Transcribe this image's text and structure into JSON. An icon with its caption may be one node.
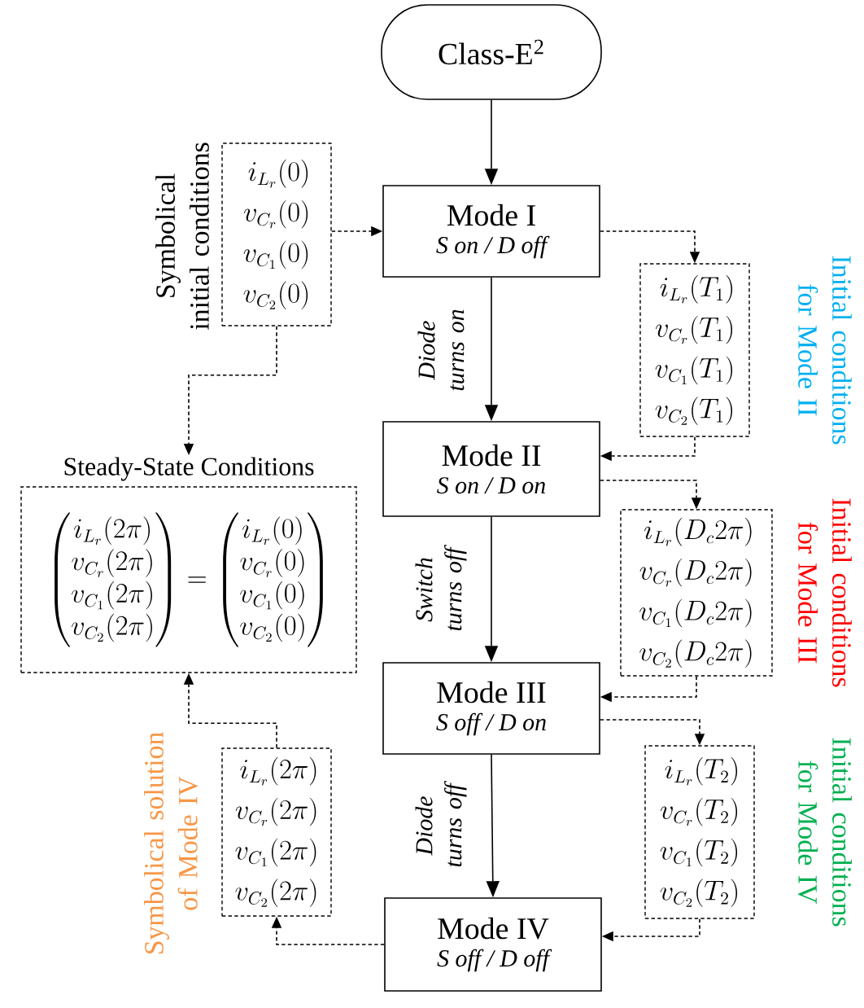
{
  "diagram": {
    "nodes": [
      {
        "text": [
          "Class-E$^{2}$"
        ]
      },
      {
        "text": [
          "Mode I",
          "S on / D off"
        ]
      },
      {
        "text": [
          "Mode II",
          "S on / D on"
        ]
      },
      {
        "text": [
          "Mode III",
          "S off / D on"
        ]
      },
      {
        "text": [
          "Mode IV",
          "S off / D off"
        ]
      },
      {
        "text": [
          "i_{L_r}(0)",
          "v_{C_r}(0)",
          "v_{C_1}(0)",
          "v_{C_2}(0)"
        ],
        "beside": [
          "Symbolical initial conditions"
        ]
      },
      {
        "text": [
          "Steady-State Conditions",
          "\\begin{pmatrix}i_{L_r}(2\\pi)\\\\ v_{C_r}(2\\pi)\\\\ v_{C_1}(2\\pi)\\\\ v_{C_2}(2\\pi)\\end{pmatrix}=\\begin{pmatrix}i_{L_r}(0)\\\\ v_{C_r}(0)\\\\ v_{C_1}(0)\\\\ v_{C_2}(0)\\end{pmatrix}"
        ]
      },
      {
        "text": [
          "i_{L_r}(T_1)",
          "v_{C_r}(T_1)",
          "v_{C_1}(T_1)",
          "v_{C_2}(T_1)"
        ],
        "beside": [
          "Initial conditions for Mode II"
        ]
      },
      {
        "text": [
          "i_{L_r}(D_c 2\\pi)",
          "v_{C_r}(D_c 2\\pi)",
          "v_{C_1}(D_c 2\\pi)",
          "v_{C_2}(D_c 2\\pi)"
        ],
        "beside": [
          "Initial conditions for Mode III"
        ]
      },
      {
        "text": [
          "i_{L_r}(T_2)",
          "v_{C_r}(T_2)",
          "v_{C_1}(T_2)",
          "v_{C_2}(T_2)"
        ],
        "beside": [
          "Initial conditions for Mode IV"
        ]
      },
      {
        "text": [
          "i_{L_r}(2\\pi)",
          "v_{C_r}(2\\pi)",
          "v_{C_1}(2\\pi)",
          "v_{C_2}(2\\pi)"
        ],
        "beside": [
          "Symbolical solution of Mode IV"
        ]
      }
    ],
    "edges": [
      {
        "from": 0,
        "to": 1,
        "arrow": "to"
      },
      {
        "from": 1,
        "to": 2,
        "arrow": "to",
        "label": "Diode turns on"
      },
      {
        "from": 2,
        "to": 3,
        "arrow": "to",
        "label": "Switch turns off"
      },
      {
        "from": 3,
        "to": 4,
        "arrow": "to",
        "label": "Diode turns off"
      },
      {
        "from": 5,
        "to": 1,
        "arrow": "to",
        "style": "dashed"
      },
      {
        "from": 5,
        "to": 6,
        "arrow": "to",
        "style": "dashed"
      },
      {
        "from": 1,
        "to": 7,
        "arrow": "to",
        "style": "dashed"
      },
      {
        "from": 7,
        "to": 2,
        "arrow": "to",
        "style": "dashed"
      },
      {
        "from": 2,
        "to": 8,
        "arrow": "to",
        "style": "dashed"
      },
      {
        "from": 8,
        "to": 3,
        "arrow": "to",
        "style": "dashed"
      },
      {
        "from": 3,
        "to": 9,
        "arrow": "to",
        "style": "dashed"
      },
      {
        "from": 9,
        "to": 4,
        "arrow": "to",
        "style": "dashed"
      },
      {
        "from": 4,
        "to": 10,
        "arrow": "to",
        "style": "dashed"
      },
      {
        "from": 10,
        "to": 6,
        "arrow": "to",
        "style": "dashed"
      }
    ]
  }
}
